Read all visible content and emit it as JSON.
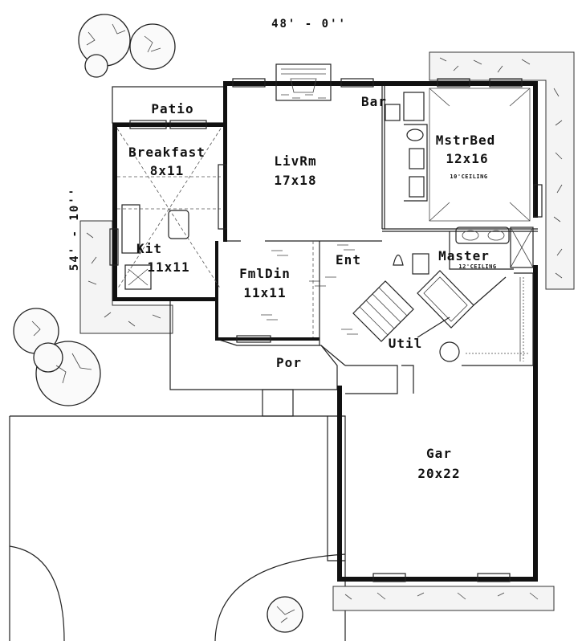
{
  "dimensions": {
    "width_label": "48' - 0''",
    "depth_label": "54' - 10''"
  },
  "rooms": {
    "patio": {
      "name": "Patio"
    },
    "bar": {
      "name": "Bar"
    },
    "breakfast": {
      "name": "Breakfast",
      "size": "8x11"
    },
    "living": {
      "name": "LivRm",
      "size": "17x18"
    },
    "master_bed": {
      "name": "MstrBed",
      "size": "12x16",
      "note": "10'CEILING"
    },
    "kitchen": {
      "name": "Kit",
      "size": "11x11"
    },
    "family_dining": {
      "name": "FmlDin",
      "size": "11x11"
    },
    "entry": {
      "name": "Ent"
    },
    "master_bath": {
      "name": "Master",
      "note": "12'CEILING"
    },
    "utility": {
      "name": "Util"
    },
    "porch": {
      "name": "Por"
    },
    "garage": {
      "name": "Gar",
      "size": "20x22"
    }
  },
  "colors": {
    "ink": "#111111",
    "paper": "#ffffff"
  }
}
